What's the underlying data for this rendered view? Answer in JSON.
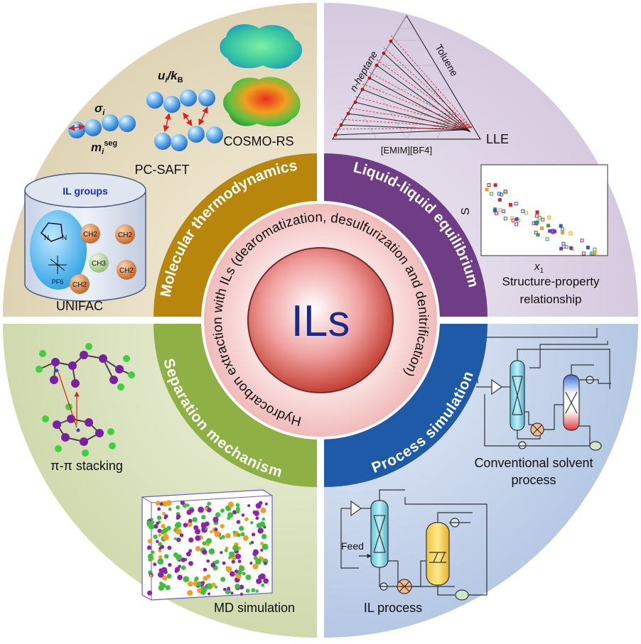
{
  "center": {
    "title": "ILs",
    "ring_text": "Hydrocarbon extraction with ILs (dearomatization, desulfurization and denitrification)"
  },
  "quadrants": {
    "top_left": {
      "band_label": "Molecular thermodynamics",
      "pcsaft": {
        "label": "PC-SAFT",
        "sigma": "σ",
        "sigma_sub": "i",
        "m": "m",
        "m_sub": "i",
        "m_sup": "seg",
        "energy": "u",
        "energy_sub": "i",
        "energy_div": "/k",
        "energy_div_sub": "B"
      },
      "cosmo_label": "COSMO-RS",
      "unifac": {
        "label": "UNIFAC",
        "cylinder_title": "IL groups",
        "groups": [
          "CH2",
          "CH2",
          "CH3",
          "CH2",
          "CH2"
        ],
        "cation_atoms": [
          "N",
          "N"
        ],
        "anion": "PF6"
      }
    },
    "top_right": {
      "band_label": "Liquid-liquid equilibrium",
      "ternary": {
        "left_axis": "n-heptane",
        "right_axis": "Toluene",
        "bottom_axis": "[EMIM][BF4]",
        "tag": "LLE"
      },
      "scatter": {
        "ylabel": "S",
        "xlabel": "x",
        "xlabel_sub": "1",
        "caption_line1": "Structure-property",
        "caption_line2": "relationship"
      }
    },
    "bottom_left": {
      "band_label": "Separation mechanism",
      "stacking_label": "π-π stacking",
      "md_label": "MD simulation"
    },
    "bottom_right": {
      "band_label": "Process simulation",
      "conventional_label_line1": "Conventional solvent",
      "conventional_label_line2": "process",
      "il_label": "IL process",
      "feed_label": "Feed"
    }
  },
  "colors": {
    "molecular_thermodynamics": "#b8860b",
    "liquid_liquid_equilibrium": "#6f3c86",
    "separation_mechanism": "#8fb044",
    "process_simulation": "#1f5aa8"
  }
}
